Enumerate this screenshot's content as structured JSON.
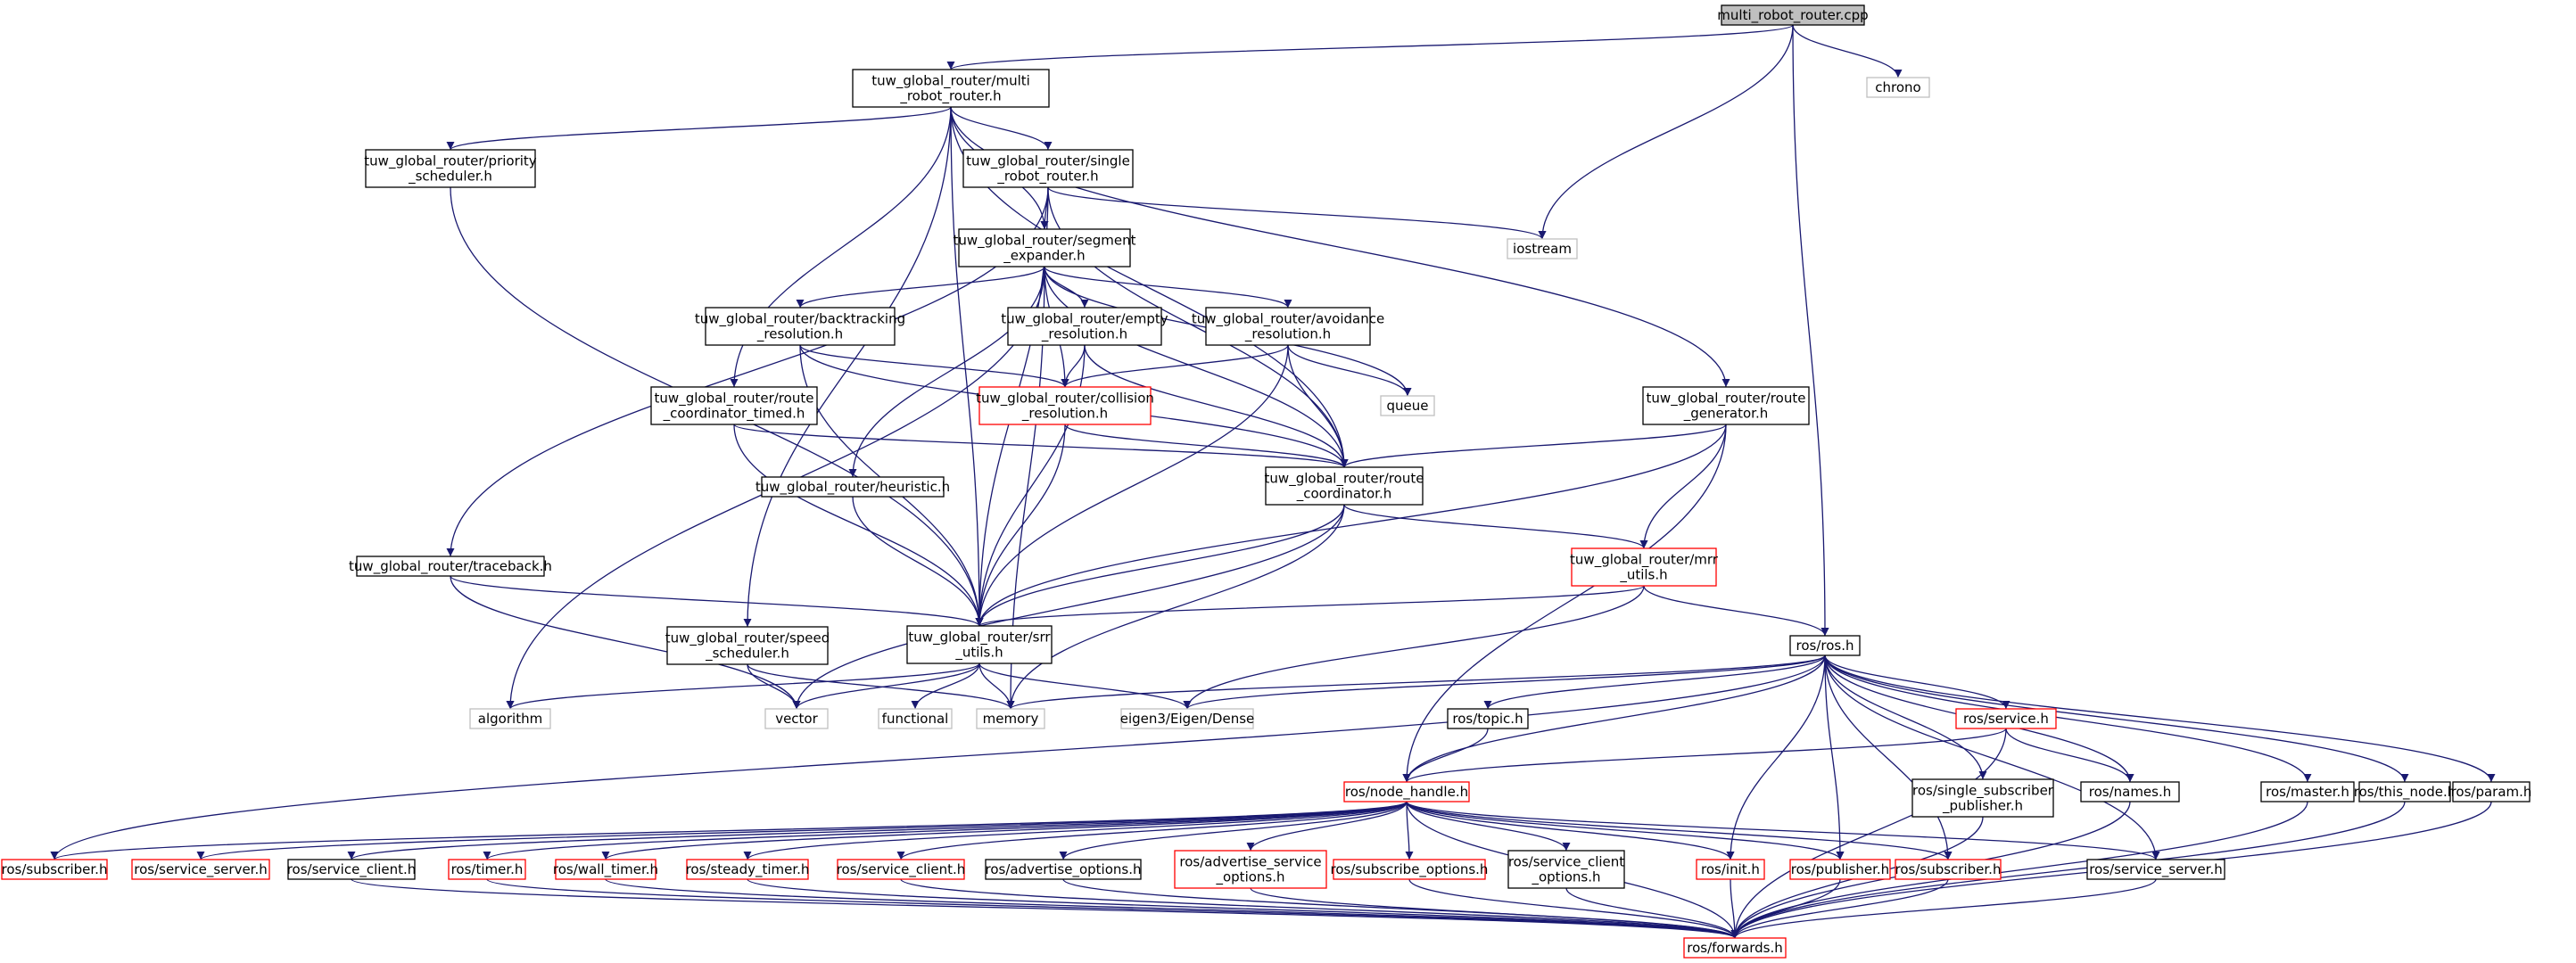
{
  "diagram": {
    "colors": {
      "edge": "#191970",
      "node_border": "#000000",
      "highlight_border": "#ff0000",
      "external_border": "#bfbfbf",
      "root_fill": "#bfbfbf"
    },
    "nodes": [
      {
        "id": "root",
        "style": "root",
        "lines": [
          "multi_robot_router.cpp"
        ]
      },
      {
        "id": "mrr",
        "style": "normal",
        "lines": [
          "tuw_global_router/multi",
          "_robot_router.h"
        ]
      },
      {
        "id": "chrono",
        "style": "external",
        "lines": [
          "chrono"
        ]
      },
      {
        "id": "prio",
        "style": "normal",
        "lines": [
          "tuw_global_router/priority",
          "_scheduler.h"
        ]
      },
      {
        "id": "single",
        "style": "normal",
        "lines": [
          "tuw_global_router/single",
          "_robot_router.h"
        ]
      },
      {
        "id": "iostream",
        "style": "external",
        "lines": [
          "iostream"
        ]
      },
      {
        "id": "segexp",
        "style": "normal",
        "lines": [
          "tuw_global_router/segment",
          "_expander.h"
        ]
      },
      {
        "id": "backtrack",
        "style": "normal",
        "lines": [
          "tuw_global_router/backtracking",
          "_resolution.h"
        ]
      },
      {
        "id": "empty",
        "style": "normal",
        "lines": [
          "tuw_global_router/empty",
          "_resolution.h"
        ]
      },
      {
        "id": "avoid",
        "style": "normal",
        "lines": [
          "tuw_global_router/avoidance",
          "_resolution.h"
        ]
      },
      {
        "id": "queue",
        "style": "external",
        "lines": [
          "queue"
        ]
      },
      {
        "id": "collision",
        "style": "highlight",
        "lines": [
          "tuw_global_router/collision",
          "_resolution.h"
        ]
      },
      {
        "id": "rctimed",
        "style": "normal",
        "lines": [
          "tuw_global_router/route",
          "_coordinator_timed.h"
        ]
      },
      {
        "id": "routegen",
        "style": "normal",
        "lines": [
          "tuw_global_router/route",
          "_generator.h"
        ]
      },
      {
        "id": "routecoord",
        "style": "normal",
        "lines": [
          "tuw_global_router/route",
          "_coordinator.h"
        ]
      },
      {
        "id": "heuristic",
        "style": "normal",
        "lines": [
          "tuw_global_router/heuristic.h"
        ]
      },
      {
        "id": "mrrutils",
        "style": "highlight",
        "lines": [
          "tuw_global_router/mrr",
          "_utils.h"
        ]
      },
      {
        "id": "traceback",
        "style": "normal",
        "lines": [
          "tuw_global_router/traceback.h"
        ]
      },
      {
        "id": "srrutils",
        "style": "normal",
        "lines": [
          "tuw_global_router/srr",
          "_utils.h"
        ]
      },
      {
        "id": "speedsched",
        "style": "normal",
        "lines": [
          "tuw_global_router/speed",
          "_scheduler.h"
        ]
      },
      {
        "id": "rosh",
        "style": "normal",
        "lines": [
          "ros/ros.h"
        ]
      },
      {
        "id": "algorithm",
        "style": "external",
        "lines": [
          "algorithm"
        ]
      },
      {
        "id": "vector",
        "style": "external",
        "lines": [
          "vector"
        ]
      },
      {
        "id": "functional",
        "style": "external",
        "lines": [
          "functional"
        ]
      },
      {
        "id": "memory",
        "style": "external",
        "lines": [
          "memory"
        ]
      },
      {
        "id": "eigen",
        "style": "external",
        "lines": [
          "eigen3/Eigen/Dense"
        ]
      },
      {
        "id": "topic",
        "style": "normal",
        "lines": [
          "ros/topic.h"
        ]
      },
      {
        "id": "service",
        "style": "highlight",
        "lines": [
          "ros/service.h"
        ]
      },
      {
        "id": "ssp",
        "style": "normal",
        "lines": [
          "ros/single_subscriber",
          "_publisher.h"
        ]
      },
      {
        "id": "names",
        "style": "normal",
        "lines": [
          "ros/names.h"
        ]
      },
      {
        "id": "master",
        "style": "normal",
        "lines": [
          "ros/master.h"
        ]
      },
      {
        "id": "thisnode",
        "style": "normal",
        "lines": [
          "ros/this_node.h"
        ]
      },
      {
        "id": "param",
        "style": "normal",
        "lines": [
          "ros/param.h"
        ]
      },
      {
        "id": "nodehandle",
        "style": "highlight",
        "lines": [
          "ros/node_handle.h"
        ]
      },
      {
        "id": "subscriber1",
        "style": "highlight",
        "lines": [
          "ros/subscriber.h"
        ]
      },
      {
        "id": "servserver1",
        "style": "highlight",
        "lines": [
          "ros/service_server.h"
        ]
      },
      {
        "id": "servclient1",
        "style": "normal",
        "lines": [
          "ros/service_client.h"
        ]
      },
      {
        "id": "timer",
        "style": "highlight",
        "lines": [
          "ros/timer.h"
        ]
      },
      {
        "id": "walltimer",
        "style": "highlight",
        "lines": [
          "ros/wall_timer.h"
        ]
      },
      {
        "id": "steadytimer",
        "style": "highlight",
        "lines": [
          "ros/steady_timer.h"
        ]
      },
      {
        "id": "servclient2",
        "style": "highlight",
        "lines": [
          "ros/service_client.h"
        ]
      },
      {
        "id": "advopts",
        "style": "normal",
        "lines": [
          "ros/advertise_options.h"
        ]
      },
      {
        "id": "advsrvopts",
        "style": "highlight",
        "lines": [
          "ros/advertise_service",
          "_options.h"
        ]
      },
      {
        "id": "subopts",
        "style": "highlight",
        "lines": [
          "ros/subscribe_options.h"
        ]
      },
      {
        "id": "srvclientopts",
        "style": "normal",
        "lines": [
          "ros/service_client",
          "_options.h"
        ]
      },
      {
        "id": "init",
        "style": "highlight",
        "lines": [
          "ros/init.h"
        ]
      },
      {
        "id": "publisher",
        "style": "highlight",
        "lines": [
          "ros/publisher.h"
        ]
      },
      {
        "id": "subscriber2",
        "style": "highlight",
        "lines": [
          "ros/subscriber.h"
        ]
      },
      {
        "id": "servserver2",
        "style": "normal",
        "lines": [
          "ros/service_server.h"
        ]
      },
      {
        "id": "forwards",
        "style": "highlight",
        "lines": [
          "ros/forwards.h"
        ]
      }
    ],
    "edges": [
      [
        "root",
        "mrr"
      ],
      [
        "root",
        "chrono"
      ],
      [
        "root",
        "iostream"
      ],
      [
        "root",
        "rosh"
      ],
      [
        "mrr",
        "prio"
      ],
      [
        "mrr",
        "single"
      ],
      [
        "mrr",
        "segexp"
      ],
      [
        "mrr",
        "rctimed"
      ],
      [
        "mrr",
        "routegen"
      ],
      [
        "mrr",
        "routecoord"
      ],
      [
        "mrr",
        "srrutils"
      ],
      [
        "mrr",
        "speedsched"
      ],
      [
        "prio",
        "srrutils"
      ],
      [
        "single",
        "segexp"
      ],
      [
        "single",
        "iostream"
      ],
      [
        "single",
        "traceback"
      ],
      [
        "single",
        "srrutils"
      ],
      [
        "single",
        "routecoord"
      ],
      [
        "segexp",
        "backtrack"
      ],
      [
        "segexp",
        "empty"
      ],
      [
        "segexp",
        "avoid"
      ],
      [
        "segexp",
        "queue"
      ],
      [
        "segexp",
        "collision"
      ],
      [
        "segexp",
        "heuristic"
      ],
      [
        "segexp",
        "routecoord"
      ],
      [
        "segexp",
        "algorithm"
      ],
      [
        "segexp",
        "memory"
      ],
      [
        "backtrack",
        "collision"
      ],
      [
        "backtrack",
        "srrutils"
      ],
      [
        "backtrack",
        "routecoord"
      ],
      [
        "empty",
        "collision"
      ],
      [
        "empty",
        "srrutils"
      ],
      [
        "empty",
        "routecoord"
      ],
      [
        "avoid",
        "collision"
      ],
      [
        "avoid",
        "queue"
      ],
      [
        "avoid",
        "routecoord"
      ],
      [
        "avoid",
        "srrutils"
      ],
      [
        "collision",
        "routecoord"
      ],
      [
        "collision",
        "srrutils"
      ],
      [
        "rctimed",
        "routecoord"
      ],
      [
        "rctimed",
        "srrutils"
      ],
      [
        "routegen",
        "routecoord"
      ],
      [
        "routegen",
        "mrrutils"
      ],
      [
        "routegen",
        "srrutils"
      ],
      [
        "routegen",
        "nodehandle"
      ],
      [
        "routecoord",
        "mrrutils"
      ],
      [
        "routecoord",
        "srrutils"
      ],
      [
        "routecoord",
        "memory"
      ],
      [
        "routecoord",
        "vector"
      ],
      [
        "heuristic",
        "srrutils"
      ],
      [
        "mrrutils",
        "srrutils"
      ],
      [
        "mrrutils",
        "rosh"
      ],
      [
        "mrrutils",
        "eigen"
      ],
      [
        "traceback",
        "srrutils"
      ],
      [
        "traceback",
        "vector"
      ],
      [
        "srrutils",
        "algorithm"
      ],
      [
        "srrutils",
        "vector"
      ],
      [
        "srrutils",
        "functional"
      ],
      [
        "srrutils",
        "memory"
      ],
      [
        "srrutils",
        "eigen"
      ],
      [
        "speedsched",
        "vector"
      ],
      [
        "speedsched",
        "memory"
      ],
      [
        "rosh",
        "memory"
      ],
      [
        "rosh",
        "eigen"
      ],
      [
        "rosh",
        "topic"
      ],
      [
        "rosh",
        "service"
      ],
      [
        "rosh",
        "ssp"
      ],
      [
        "rosh",
        "names"
      ],
      [
        "rosh",
        "master"
      ],
      [
        "rosh",
        "thisnode"
      ],
      [
        "rosh",
        "param"
      ],
      [
        "rosh",
        "nodehandle"
      ],
      [
        "rosh",
        "init"
      ],
      [
        "rosh",
        "publisher"
      ],
      [
        "rosh",
        "subscriber2"
      ],
      [
        "rosh",
        "servserver2"
      ],
      [
        "rosh",
        "subscriber1"
      ],
      [
        "topic",
        "nodehandle"
      ],
      [
        "service",
        "nodehandle"
      ],
      [
        "service",
        "names"
      ],
      [
        "service",
        "forwards"
      ],
      [
        "ssp",
        "forwards"
      ],
      [
        "names",
        "forwards"
      ],
      [
        "master",
        "forwards"
      ],
      [
        "thisnode",
        "forwards"
      ],
      [
        "param",
        "forwards"
      ],
      [
        "nodehandle",
        "subscriber1"
      ],
      [
        "nodehandle",
        "servserver1"
      ],
      [
        "nodehandle",
        "servclient1"
      ],
      [
        "nodehandle",
        "timer"
      ],
      [
        "nodehandle",
        "walltimer"
      ],
      [
        "nodehandle",
        "steadytimer"
      ],
      [
        "nodehandle",
        "servclient2"
      ],
      [
        "nodehandle",
        "advopts"
      ],
      [
        "nodehandle",
        "advsrvopts"
      ],
      [
        "nodehandle",
        "subopts"
      ],
      [
        "nodehandle",
        "srvclientopts"
      ],
      [
        "nodehandle",
        "init"
      ],
      [
        "nodehandle",
        "publisher"
      ],
      [
        "nodehandle",
        "subscriber2"
      ],
      [
        "nodehandle",
        "servserver2"
      ],
      [
        "nodehandle",
        "forwards"
      ],
      [
        "servclient1",
        "forwards"
      ],
      [
        "timer",
        "forwards"
      ],
      [
        "walltimer",
        "forwards"
      ],
      [
        "steadytimer",
        "forwards"
      ],
      [
        "servclient2",
        "forwards"
      ],
      [
        "advopts",
        "forwards"
      ],
      [
        "advsrvopts",
        "forwards"
      ],
      [
        "subopts",
        "forwards"
      ],
      [
        "srvclientopts",
        "forwards"
      ],
      [
        "init",
        "forwards"
      ],
      [
        "publisher",
        "forwards"
      ],
      [
        "subscriber2",
        "forwards"
      ],
      [
        "servserver2",
        "forwards"
      ]
    ]
  }
}
